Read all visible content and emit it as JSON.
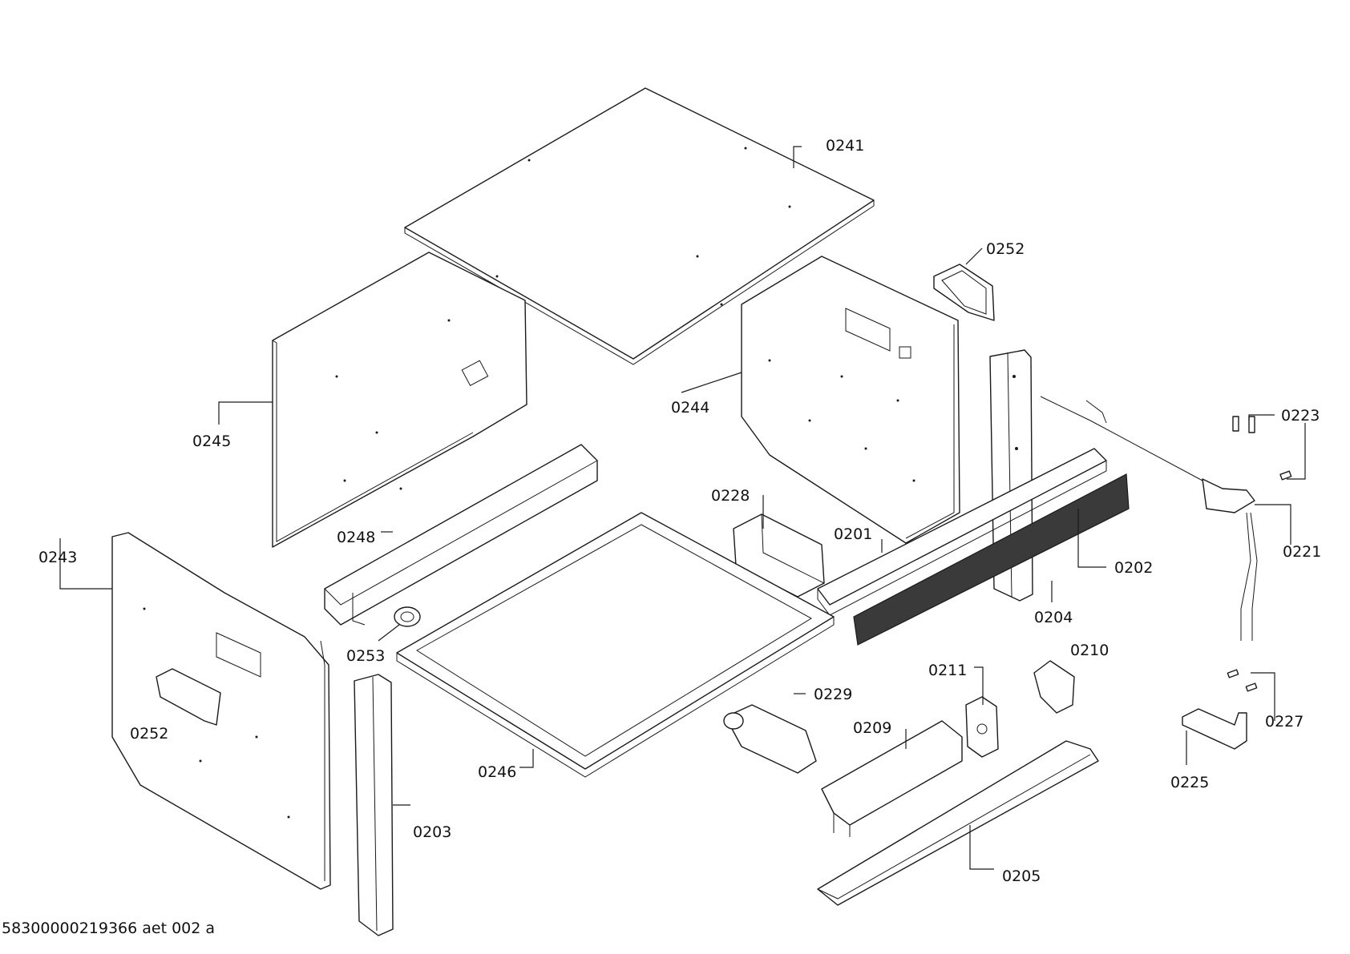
{
  "document_id": "58300000219366 aet 002 a",
  "part_labels": {
    "p0241": "0241",
    "p0252a": "0252",
    "p0244": "0244",
    "p0245": "0245",
    "p0223": "0223",
    "p0228": "0228",
    "p0221": "0221",
    "p0248": "0248",
    "p0201": "0201",
    "p0202": "0202",
    "p0243": "0243",
    "p0204": "0204",
    "p0253": "0253",
    "p0210": "0210",
    "p0211": "0211",
    "p0229": "0229",
    "p0227": "0227",
    "p0252b": "0252",
    "p0209": "0209",
    "p0246": "0246",
    "p0225": "0225",
    "p0203": "0203",
    "p0205": "0205"
  }
}
